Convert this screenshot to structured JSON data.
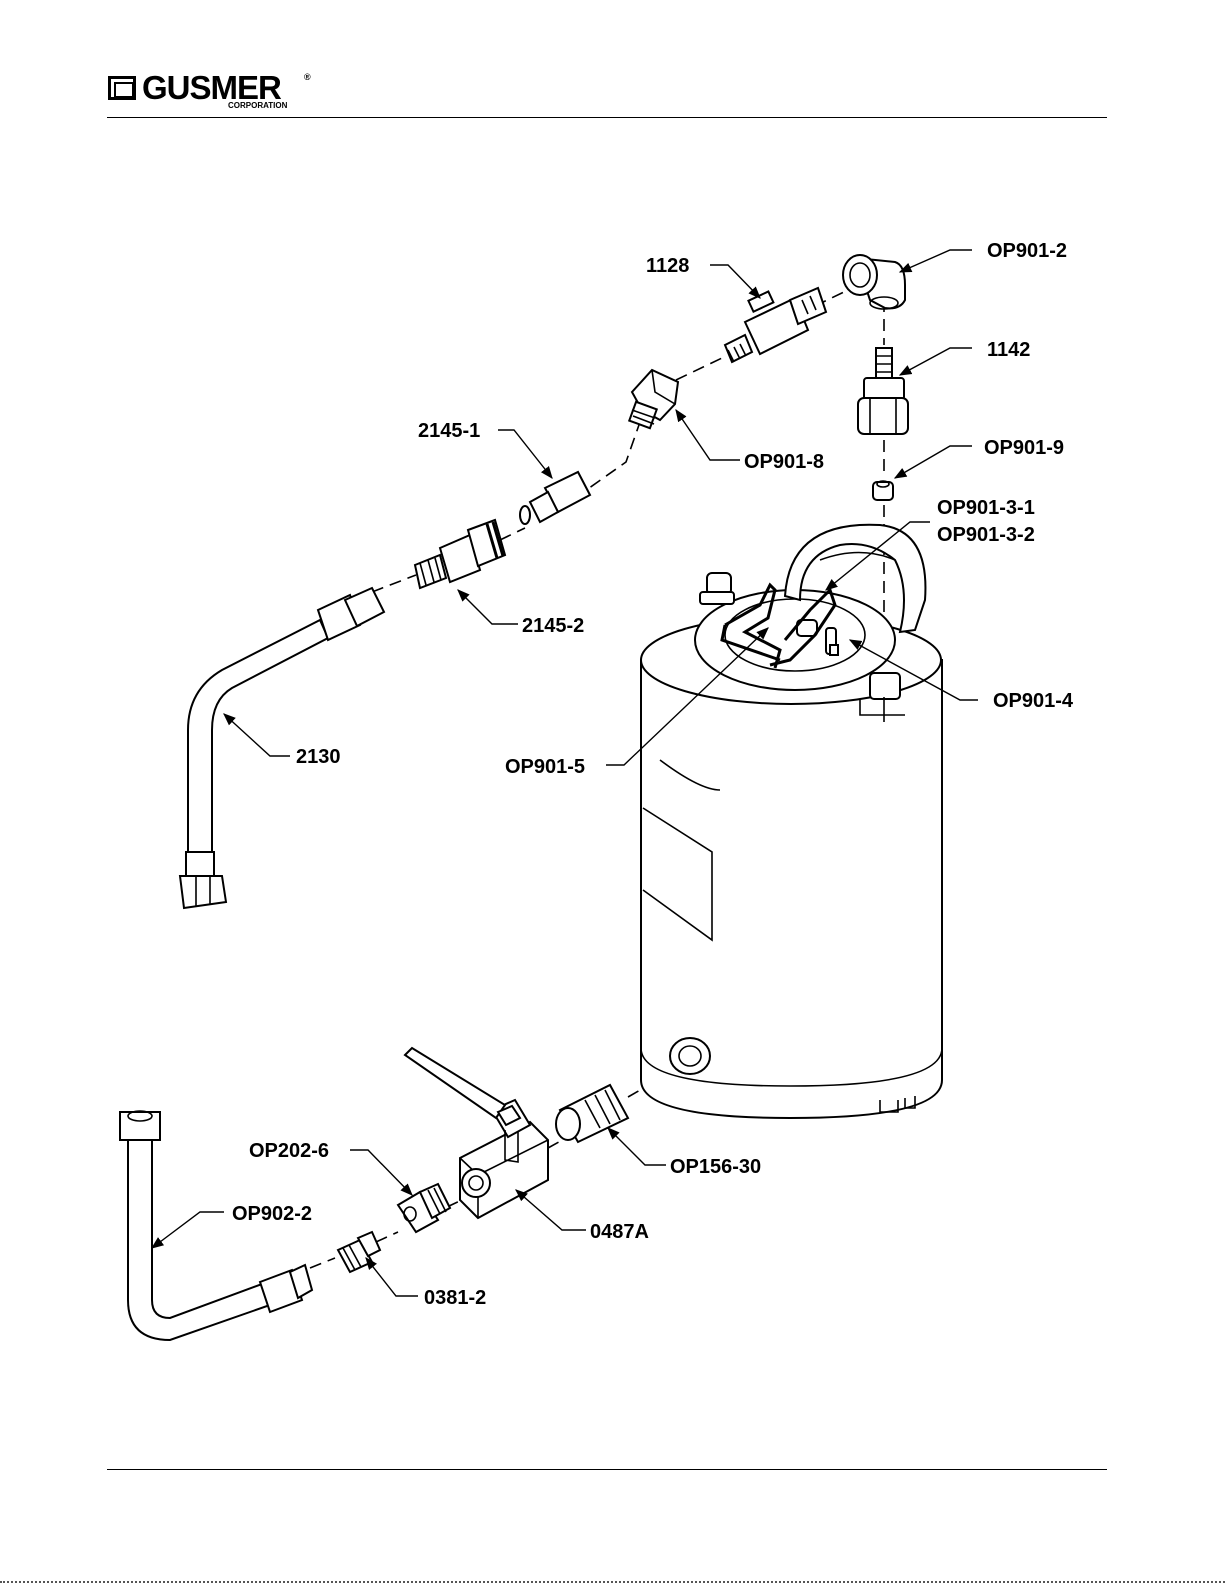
{
  "header": {
    "brand": "GUSMER",
    "registered": "®",
    "sub": "CORPORATION"
  },
  "callouts": [
    {
      "id": "1128",
      "label": "1128"
    },
    {
      "id": "OP901-2",
      "label": "OP901-2"
    },
    {
      "id": "1142",
      "label": "1142"
    },
    {
      "id": "2145-1",
      "label": "2145-1"
    },
    {
      "id": "OP901-8",
      "label": "OP901-8"
    },
    {
      "id": "OP901-9",
      "label": "OP901-9"
    },
    {
      "id": "OP901-3-1",
      "label": "OP901-3-1"
    },
    {
      "id": "OP901-3-2",
      "label": "OP901-3-2"
    },
    {
      "id": "2145-2",
      "label": "2145-2"
    },
    {
      "id": "OP901-4",
      "label": "OP901-4"
    },
    {
      "id": "2130",
      "label": "2130"
    },
    {
      "id": "OP901-5",
      "label": "OP901-5"
    },
    {
      "id": "OP202-6",
      "label": "OP202-6"
    },
    {
      "id": "OP156-30",
      "label": "OP156-30"
    },
    {
      "id": "OP902-2",
      "label": "OP902-2"
    },
    {
      "id": "0487A",
      "label": "0487A"
    },
    {
      "id": "0381-2",
      "label": "0381-2"
    }
  ]
}
